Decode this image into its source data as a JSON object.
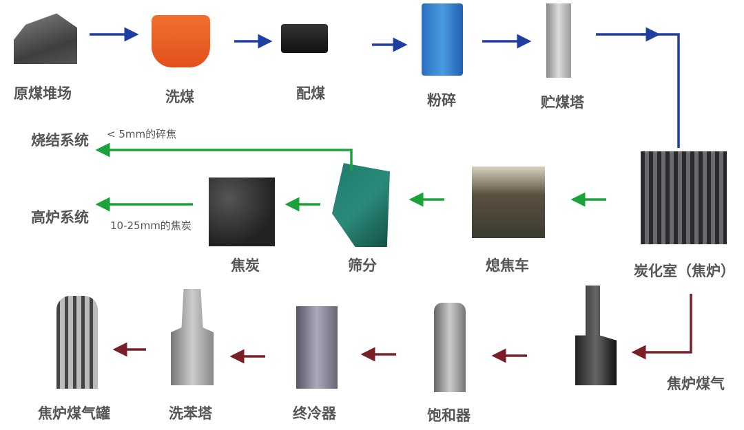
{
  "row1": {
    "labels": [
      "原煤堆场",
      "洗煤",
      "配煤",
      "粉碎",
      "贮煤塔"
    ]
  },
  "row2": {
    "labels": [
      "炭化室（焦炉）",
      "熄焦车",
      "筛分",
      "焦炭"
    ],
    "outputs": {
      "sinter": "烧结系统",
      "sinter_note": "< 5mm的碎焦",
      "blast": "高炉系统",
      "blast_note": "10-25mm的焦炭"
    }
  },
  "row3": {
    "labels": [
      "焦炉煤气",
      "饱和器",
      "终冷器",
      "洗苯塔",
      "焦炉煤气罐"
    ]
  },
  "colors": {
    "coal_flow": "#1f3fa0",
    "coke_flow": "#1aa33a",
    "gas_flow": "#7a1f28"
  }
}
